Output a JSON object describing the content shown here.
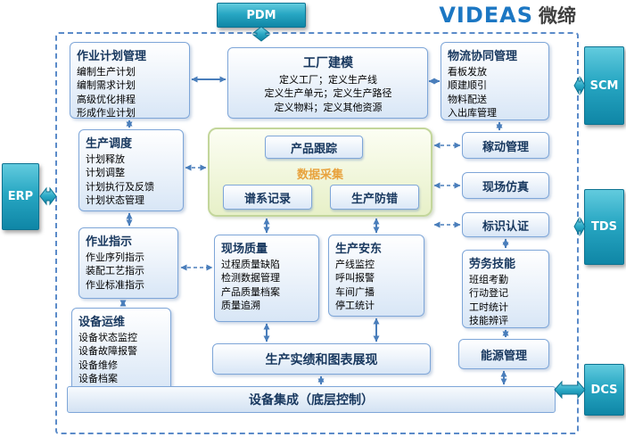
{
  "logo": {
    "brand": "VIDEAS",
    "cn": "微缔"
  },
  "external_systems": {
    "pdm": "PDM",
    "erp": "ERP",
    "scm": "SCM",
    "tds": "TDS",
    "dcs": "DCS"
  },
  "nodes": {
    "job_plan": {
      "title": "作业计划管理",
      "items": [
        "编制生产计划",
        "编制需求计划",
        "高级优化排程",
        "形成作业计划"
      ]
    },
    "factory_model": {
      "title": "工厂建模",
      "items": [
        "定义工厂；定义生产线",
        "定义生产单元；定义生产路径",
        "定义物料；定义其他资源"
      ]
    },
    "logistics": {
      "title": "物流协同管理",
      "items": [
        "看板发放",
        "顺建顺引",
        "物料配送",
        "入出库管理"
      ]
    },
    "dispatch": {
      "title": "生产调度",
      "items": [
        "计划释放",
        "计划调整",
        "计划执行及反馈",
        "计划状态管理"
      ]
    },
    "center": {
      "tracking": "产品跟踪",
      "data_collect": "数据采集",
      "genealogy": "谱系记录",
      "error_proofing": "生产防错"
    },
    "oee": {
      "title": "稼动管理"
    },
    "simulation": {
      "title": "现场仿真"
    },
    "identification": {
      "title": "标识认证"
    },
    "work_instruction": {
      "title": "作业指示",
      "items": [
        "作业序列指示",
        "装配工艺指示",
        "作业标准指示"
      ]
    },
    "quality": {
      "title": "现场质量",
      "items": [
        "过程质量缺陷",
        "检测数据管理",
        "产品质量档案",
        "质量追溯"
      ]
    },
    "andon": {
      "title": "生产安东",
      "items": [
        "产线监控",
        "呼叫报警",
        "车间广播",
        "停工统计"
      ]
    },
    "labor": {
      "title": "劳务技能",
      "items": [
        "班组考勤",
        "行动登记",
        "工时统计",
        "技能辨评"
      ]
    },
    "equipment": {
      "title": "设备运维",
      "items": [
        "设备状态监控",
        "设备故障报警",
        "设备维修",
        "设备档案"
      ]
    },
    "report": {
      "title": "生产实绩和图表展现"
    },
    "energy": {
      "title": "能源管理"
    },
    "integration": {
      "title": "设备集成（底层控制）"
    }
  },
  "colors": {
    "teal": "#1693B4",
    "node_border": "#7EA6D8",
    "arrow_blue": "#4A7EBB",
    "accent_orange": "#E8A23D",
    "center_border": "#C3D69B"
  }
}
